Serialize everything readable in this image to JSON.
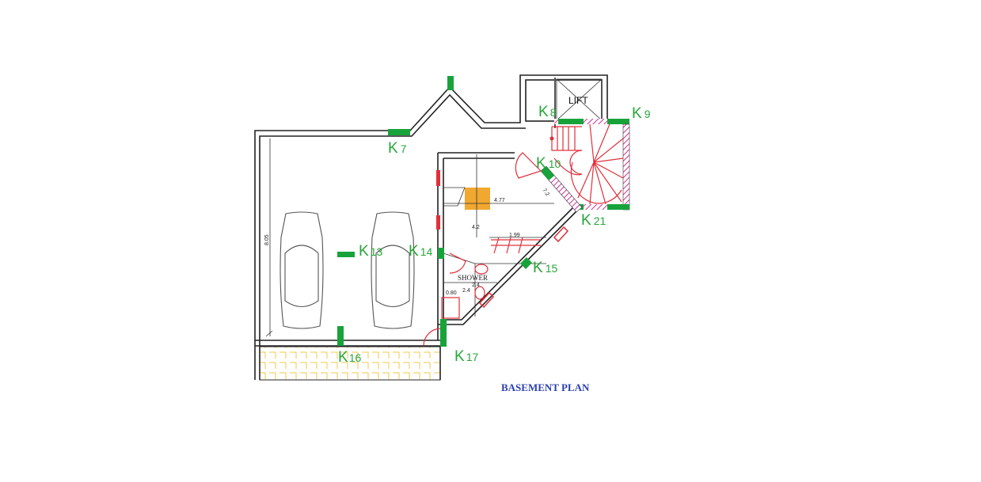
{
  "plan": {
    "title": "BASEMENT PLAN",
    "lift_label": "LIFT",
    "shower_label": "SHOWER",
    "dimensions": {
      "d_477": "4.77",
      "d_42": "4.2",
      "d_199": "1.99",
      "d_24a": "2.4",
      "d_24b": "2.4",
      "d_080": "0.80",
      "d_805": "8.05",
      "d_72": "7.2"
    },
    "columns": [
      {
        "k": "K",
        "n": "7"
      },
      {
        "k": "K",
        "n": "8"
      },
      {
        "k": "K",
        "n": "9"
      },
      {
        "k": "K",
        "n": "10"
      },
      {
        "k": "K",
        "n": "21"
      },
      {
        "k": "K",
        "n": "13"
      },
      {
        "k": "K",
        "n": "14"
      },
      {
        "k": "K",
        "n": "15"
      },
      {
        "k": "K",
        "n": "16"
      },
      {
        "k": "K",
        "n": "17"
      }
    ],
    "colors": {
      "column": "#17a33a",
      "fixture": "#e0303a",
      "title": "#2b3fb0",
      "stair_fill": "#f0a830",
      "paving": "#f2c94c"
    }
  }
}
